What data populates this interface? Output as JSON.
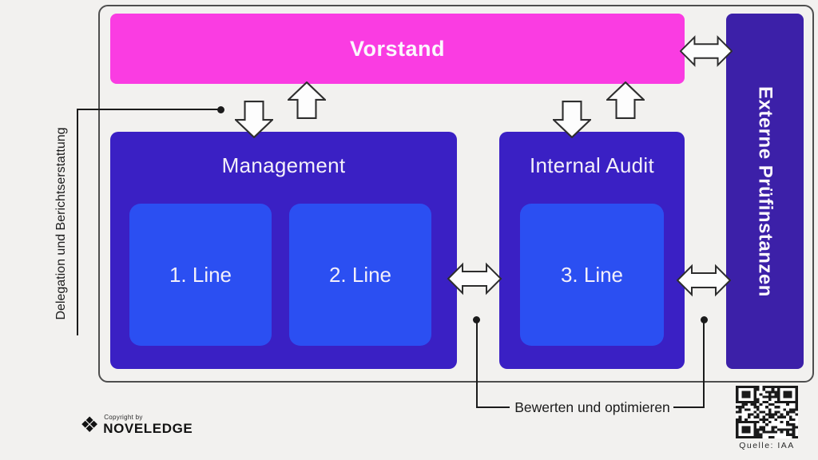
{
  "diagram": {
    "vorstand_label": "Vorstand",
    "management_label": "Management",
    "internal_audit_label": "Internal Audit",
    "external_bar_label": "Externe Prüfinstanzen",
    "line1_label": "1. Line",
    "line2_label": "2. Line",
    "line3_label": "3. Line",
    "left_rotated_label": "Delegation und Berichtserstattung",
    "bottom_label": "Bewerten und optimieren"
  },
  "footer": {
    "copyright_small": "Copyright by",
    "brand_name": "NOVELEDGE",
    "brand_mark": "❖",
    "source_caption": "Quelle: IAA"
  },
  "colors": {
    "magenta": "#fa3ce2",
    "box_blue": "#3a20c4",
    "bar_blue": "#3c20a8",
    "inner_blue": "#2b4ff2",
    "background": "#f2f1ef"
  }
}
